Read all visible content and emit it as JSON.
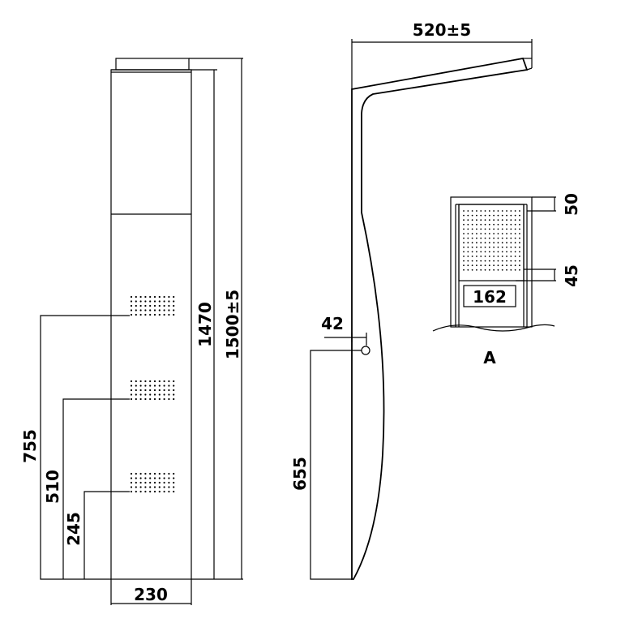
{
  "dimensions": {
    "width": "230",
    "height_inner": "1470",
    "height_total": "1500±5",
    "nozzle_top": "755",
    "nozzle_mid": "510",
    "nozzle_bottom": "245",
    "projection": "520±5",
    "outlet_offset": "42",
    "outlet_height": "655",
    "detail_top": "50",
    "detail_mid": "45",
    "detail_width": "162"
  },
  "detail_label": "A"
}
